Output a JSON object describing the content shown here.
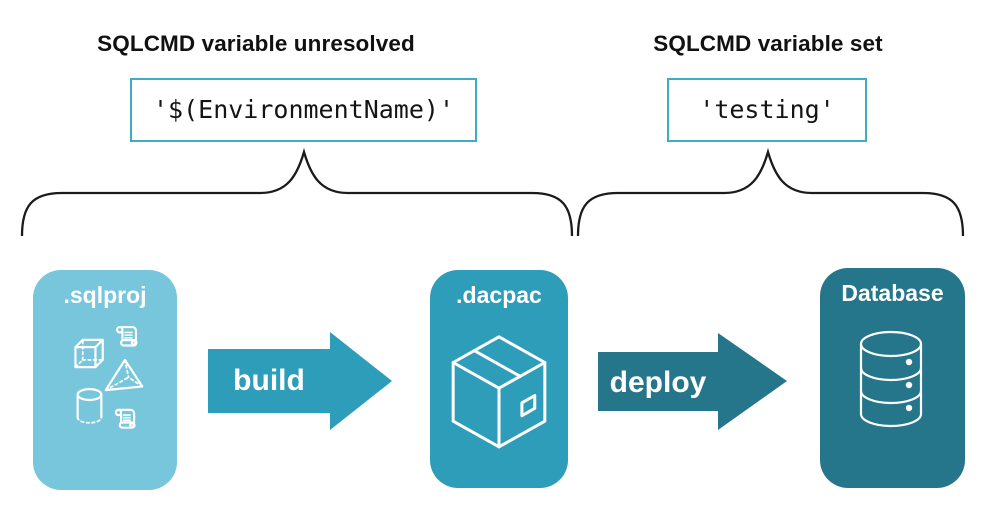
{
  "annotations": {
    "left": {
      "heading": "SQLCMD variable unresolved",
      "code": "'$(EnvironmentName)'"
    },
    "right": {
      "heading": "SQLCMD variable set",
      "code": "'testing'"
    },
    "code_border_color": "#41aac7",
    "brace_color": "#1b1b1b"
  },
  "pipeline": {
    "stages": [
      {
        "id": "sqlproj",
        "label": ".sqlproj",
        "icon": "sql-objects-icon",
        "color": "#77c6db"
      },
      {
        "id": "dacpac",
        "label": ".dacpac",
        "icon": "package-icon",
        "color": "#2e9dba"
      },
      {
        "id": "database",
        "label": "Database",
        "icon": "database-icon",
        "color": "#26768b"
      }
    ],
    "arrows": [
      {
        "label": "build",
        "color": "#2e9dba"
      },
      {
        "label": "deploy",
        "color": "#26768b"
      }
    ]
  },
  "colors": {
    "background": "#ffffff",
    "heading_text": "#111111",
    "code_text": "#141414",
    "stage_label_text": "#ffffff"
  }
}
